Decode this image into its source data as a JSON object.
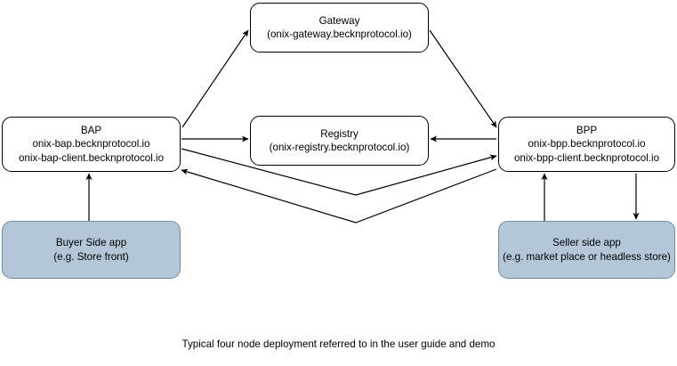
{
  "diagram": {
    "title_caption": "Typical four node deployment referred to in the user guide and demo",
    "colors": {
      "app_fill": "#b4c7d9",
      "app_stroke": "#6f8ba4",
      "node_stroke": "#000000",
      "node_fill": "#ffffff",
      "edge_stroke": "#000000",
      "background": "#ffffff"
    },
    "nodes": [
      {
        "id": "gateway",
        "lines": [
          "Gateway",
          "(onix-gateway.becknprotocol.io)"
        ],
        "type": "service"
      },
      {
        "id": "bap",
        "lines": [
          "BAP",
          "onix-bap.becknprotocol.io",
          "onix-bap-client.becknprotocol.io"
        ],
        "type": "service"
      },
      {
        "id": "registry",
        "lines": [
          "Registry",
          "(onix-registry.becknprotocol.io)"
        ],
        "type": "service"
      },
      {
        "id": "bpp",
        "lines": [
          "BPP",
          "onix-bpp.becknprotocol.io",
          "onix-bpp-client.becknprotocol.io"
        ],
        "type": "service"
      },
      {
        "id": "buyer",
        "lines": [
          "Buyer Side app",
          "(e.g. Store front)"
        ],
        "type": "app"
      },
      {
        "id": "seller",
        "lines": [
          "Seller side app",
          "(e.g. market place or headless store)"
        ],
        "type": "app"
      }
    ],
    "edges": [
      {
        "id": "bap-to-gateway",
        "from": "bap",
        "to": "gateway",
        "direction": "one-way"
      },
      {
        "id": "gateway-to-bpp",
        "from": "gateway",
        "to": "bpp",
        "direction": "one-way"
      },
      {
        "id": "bap-to-registry",
        "from": "bap",
        "to": "registry",
        "direction": "one-way"
      },
      {
        "id": "bpp-to-registry",
        "from": "bpp",
        "to": "registry",
        "direction": "one-way"
      },
      {
        "id": "bap-to-bpp",
        "from": "bap",
        "to": "bpp",
        "direction": "one-way"
      },
      {
        "id": "bpp-to-bap",
        "from": "bpp",
        "to": "bap",
        "direction": "one-way"
      },
      {
        "id": "buyer-to-bap",
        "from": "buyer",
        "to": "bap",
        "direction": "one-way"
      },
      {
        "id": "seller-to-bpp",
        "from": "seller",
        "to": "bpp",
        "direction": "one-way"
      },
      {
        "id": "bpp-to-seller",
        "from": "bpp",
        "to": "seller",
        "direction": "one-way"
      }
    ]
  }
}
